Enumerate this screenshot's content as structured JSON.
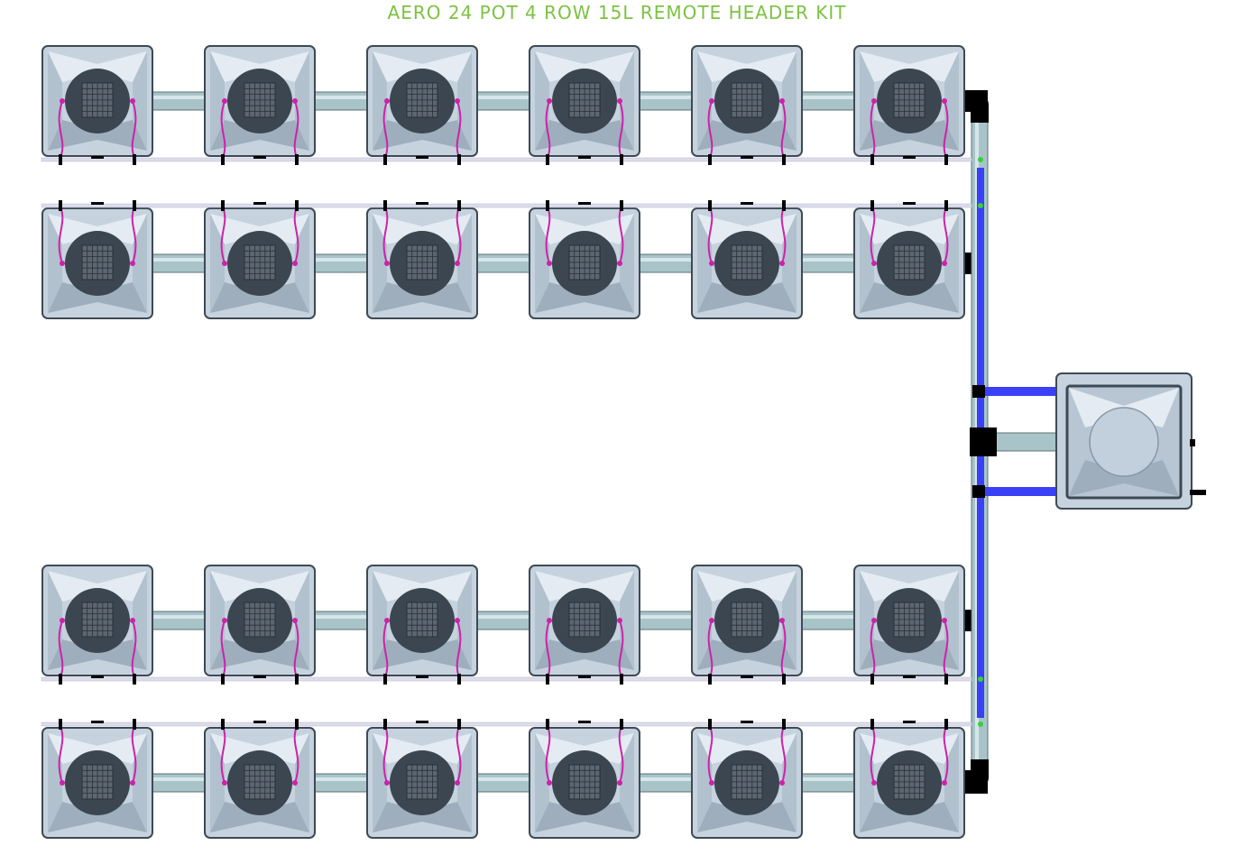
{
  "title": "AERO 24 POT 4 ROW 15L REMOTE HEADER KIT",
  "colors": {
    "title": "#7dc243",
    "pot_body": "#c6d3df",
    "pot_facet_light": "#e4ebf2",
    "pot_facet_dark": "#9eaebd",
    "pot_outline": "#3d4a55",
    "lid": "#3b4650",
    "mesh": "#5b6670",
    "pipe": "#a8c4c9",
    "pipe_outline": "#5c7075",
    "drip_line": "#dcdcec",
    "feed_line_blue": "#3a40f5",
    "dripper_loop": "#cc22aa",
    "fitting_black": "#000000",
    "connector_green": "#38d038"
  },
  "layout": {
    "rows": 4,
    "pots_per_row": 6,
    "total_pots": 24,
    "pot_volume": "15L",
    "header": "remote",
    "rows_detail": [
      {
        "name": "row-1",
        "pots": 6,
        "drip_line_side": "bottom"
      },
      {
        "name": "row-2",
        "pots": 6,
        "drip_line_side": "top"
      },
      {
        "name": "row-3",
        "pots": 6,
        "drip_line_side": "bottom"
      },
      {
        "name": "row-4",
        "pots": 6,
        "drip_line_side": "top"
      }
    ],
    "reservoir_count": 1
  },
  "icons": {
    "pot": "grow-pot-icon",
    "reservoir": "remote-header-tank-icon",
    "dripper": "dripper-loop-icon"
  }
}
